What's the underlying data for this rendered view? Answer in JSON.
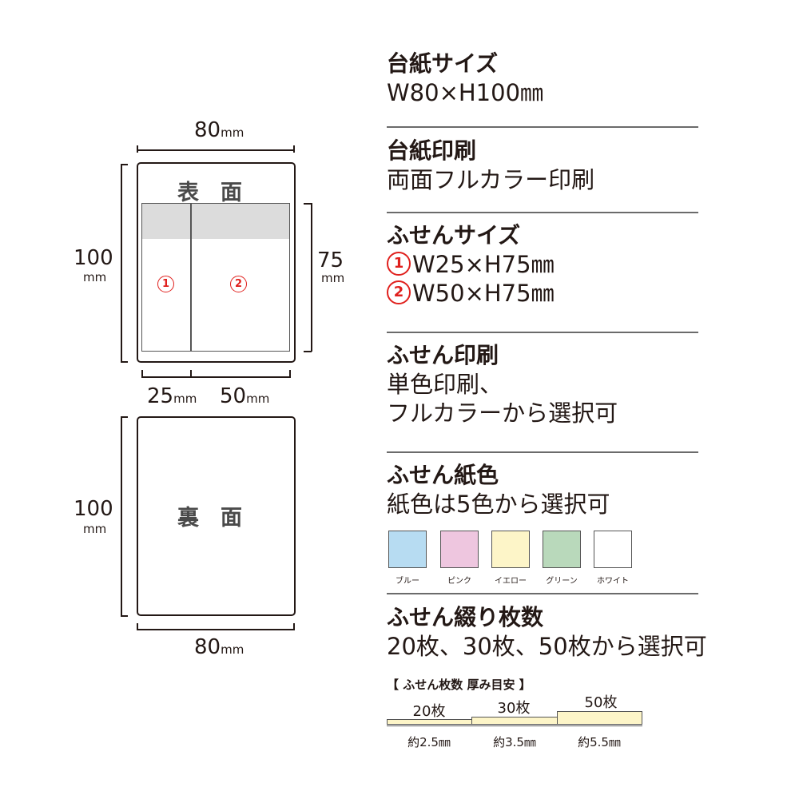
{
  "diagram": {
    "front": {
      "width_value": "80",
      "width_unit": "mm",
      "height_value": "100",
      "height_unit": "mm",
      "label": "表　面",
      "sticky_height_value": "75",
      "sticky_height_unit": "mm",
      "sticky_1_width_value": "25",
      "sticky_2_width_value": "50",
      "sticky_width_unit": "mm",
      "marker_1": "1",
      "marker_2": "2"
    },
    "back": {
      "label": "裏　面",
      "height_value": "100",
      "height_unit": "mm",
      "width_value": "80",
      "width_unit": "mm"
    }
  },
  "specs": {
    "board_size": {
      "title": "台紙サイズ",
      "value": "W80×H100㎜"
    },
    "board_print": {
      "title": "台紙印刷",
      "value": "両面フルカラー印刷"
    },
    "sticky_size": {
      "title": "ふせんサイズ",
      "items": [
        {
          "marker": "1",
          "value": "W25×H75㎜"
        },
        {
          "marker": "2",
          "value": "W50×H75㎜"
        }
      ]
    },
    "sticky_print": {
      "title": "ふせん印刷",
      "line1": "単色印刷、",
      "line2": "フルカラーから選択可"
    },
    "sticky_color": {
      "title": "ふせん紙色",
      "value": "紙色は5色から選択可",
      "colors": [
        {
          "name": "ブルー",
          "hex": "#b7dcf2"
        },
        {
          "name": "ピンク",
          "hex": "#eec6df"
        },
        {
          "name": "イエロー",
          "hex": "#fdf5c8"
        },
        {
          "name": "グリーン",
          "hex": "#b9d9bb"
        },
        {
          "name": "ホワイト",
          "hex": "#ffffff"
        }
      ]
    },
    "sticky_sheets": {
      "title": "ふせん綴り枚数",
      "value": "20枚、30枚、50枚から選択可",
      "guide_title": "【 ふせん枚数 厚み目安 】",
      "stacks": [
        {
          "count": "20枚",
          "thickness": "約2.5㎜"
        },
        {
          "count": "30枚",
          "thickness": "約3.5㎜"
        },
        {
          "count": "50枚",
          "thickness": "約5.5㎜"
        }
      ]
    }
  },
  "colors": {
    "accent_red": "#e0201d",
    "header_gray": "#dcdcdc",
    "line": "#231815"
  }
}
